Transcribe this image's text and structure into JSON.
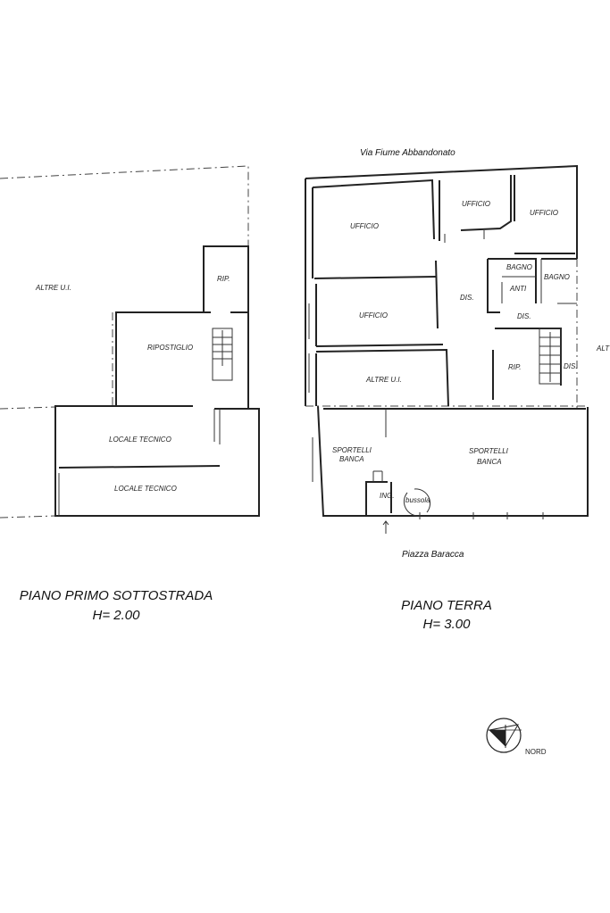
{
  "lower_floor": {
    "rooms": {
      "altre_ui": "ALTRE U.I.",
      "rip": "RIP.",
      "ripostiglio": "RIPOSTIGLIO",
      "locale_tecnico_1": "LOCALE TECNICO",
      "locale_tecnico_2": "LOCALE TECNICO"
    },
    "title": "PIANO PRIMO SOTTOSTRADA",
    "height": "H= 2.00"
  },
  "ground_floor": {
    "street_top": "Via Fiume Abbandonato",
    "street_bottom": "Piazza Baracca",
    "edge_label": "ALT",
    "rooms": {
      "ufficio_1": "UFFICIO",
      "ufficio_2": "UFFICIO",
      "ufficio_3": "UFFICIO",
      "ufficio_4": "UFFICIO",
      "bagno_1": "BAGNO",
      "bagno_2": "BAGNO",
      "anti": "ANTI",
      "dis_1": "DIS.",
      "dis_2": "DIS.",
      "dis_3": "DIS.",
      "altre_ui": "ALTRE U.I.",
      "rip": "RIP.",
      "sportelli_1_line1": "SPORTELLI",
      "sportelli_1_line2": "BANCA",
      "sportelli_2_line1": "SPORTELLI",
      "sportelli_2_line2": "BANCA",
      "ing": "ING.",
      "bussola": "bussola"
    },
    "title": "PIANO TERRA",
    "height": "H= 3.00"
  },
  "compass": {
    "label": "NORD",
    "icon": "north-arrow-icon"
  }
}
